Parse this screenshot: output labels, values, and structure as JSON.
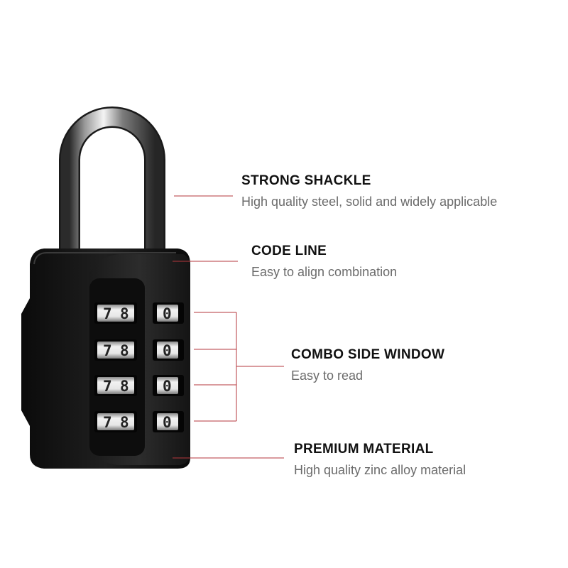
{
  "features": [
    {
      "title": "STRONG SHACKLE",
      "description": "High quality steel, solid and widely applicable"
    },
    {
      "title": "CODE LINE",
      "description": "Easy to align combination"
    },
    {
      "title": "COMBO SIDE WINDOW",
      "description": "Easy to read"
    },
    {
      "title": "PREMIUM MATERIAL",
      "description": "High quality zinc alloy material"
    }
  ],
  "dials": [
    {
      "front": [
        "7",
        "8"
      ],
      "side": "0"
    },
    {
      "front": [
        "7",
        "8"
      ],
      "side": "0"
    },
    {
      "front": [
        "7",
        "8"
      ],
      "side": "0"
    },
    {
      "front": [
        "7",
        "8"
      ],
      "side": "0"
    }
  ],
  "colors": {
    "background": "#ffffff",
    "lock_body": "#121212",
    "leader_line": "#b5373c",
    "title_text": "#111111",
    "description_text": "#6b6b6b"
  }
}
